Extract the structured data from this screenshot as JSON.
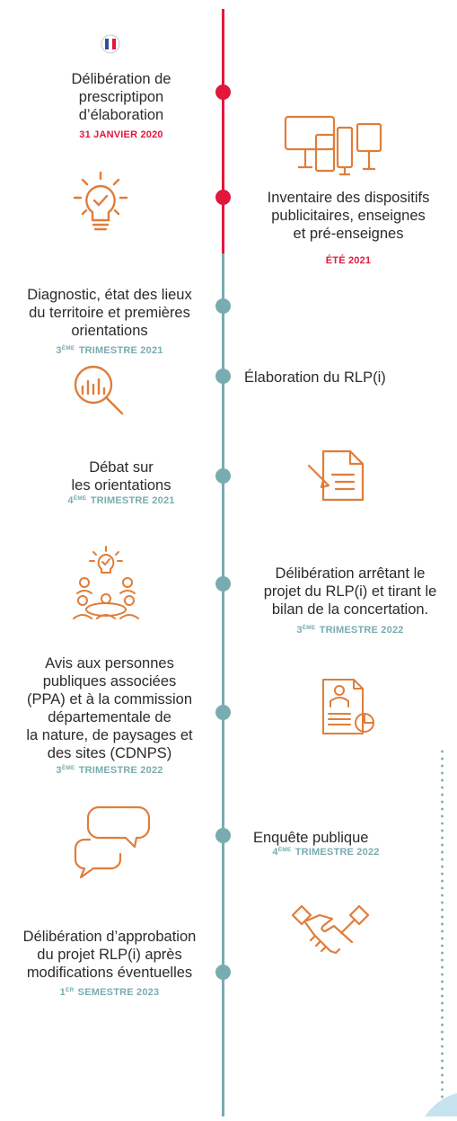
{
  "timeline": [
    {
      "title": [
        "Délibération de",
        "prescriptipon",
        "d’élaboration"
      ],
      "date_prefix": "",
      "date_sup": "",
      "date": "31 JANVIER 2020",
      "color": "red"
    },
    {
      "title": [
        "Inventaire des dispositifs",
        "publicitaires, enseignes",
        "et pré-enseignes"
      ],
      "date_prefix": "",
      "date_sup": "",
      "date": "ÉTÉ 2021",
      "color": "red"
    },
    {
      "title": [
        "Diagnostic, état des lieux",
        "du territoire et premières",
        "orientations"
      ],
      "date_prefix": "3",
      "date_sup": "ÈME",
      "date": " TRIMESTRE 2021",
      "color": "teal"
    },
    {
      "title": [
        "Élaboration du RLP(i)"
      ],
      "date_prefix": "",
      "date_sup": "",
      "date": "",
      "color": "teal"
    },
    {
      "title": [
        "Débat sur",
        "les orientations"
      ],
      "date_prefix": "4",
      "date_sup": "ÈME",
      "date": " TRIMESTRE 2021",
      "color": "teal"
    },
    {
      "title": [
        "Délibération arrêtant le",
        "projet du RLP(i) et tirant le",
        "bilan de la concertation."
      ],
      "date_prefix": "3",
      "date_sup": "ÈME",
      "date": " TRIMESTRE 2022",
      "color": "teal"
    },
    {
      "title": [
        "Avis aux personnes",
        "publiques associées",
        "(PPA) et à la commission",
        "départementale de",
        "la nature, de paysages et",
        "des sites (CDNPS)"
      ],
      "date_prefix": "3",
      "date_sup": "ÈME",
      "date": " TRIMESTRE 2022",
      "color": "teal"
    },
    {
      "title": [
        "Enquête publique"
      ],
      "date_prefix": "4",
      "date_sup": "ÈME",
      "date": " TRIMESTRE 2022",
      "color": "teal"
    },
    {
      "title": [
        "Délibération d’approbation",
        "du projet RLP(i) après",
        "modifications éventuelles"
      ],
      "date_prefix": "1",
      "date_sup": "ER",
      "date": " SEMESTRE 2023",
      "color": "teal"
    }
  ],
  "icons": [
    "french-flag-icon",
    "lightbulb-check-icon",
    "screens-icon",
    "chart-magnifier-icon",
    "document-pen-icon",
    "meeting-idea-icon",
    "report-chart-icon",
    "chat-bubbles-icon",
    "handshake-icon"
  ],
  "colors": {
    "red": "#e2173b",
    "teal": "#79acb0",
    "orange": "#e07d3a",
    "text": "#2b2b2b"
  }
}
